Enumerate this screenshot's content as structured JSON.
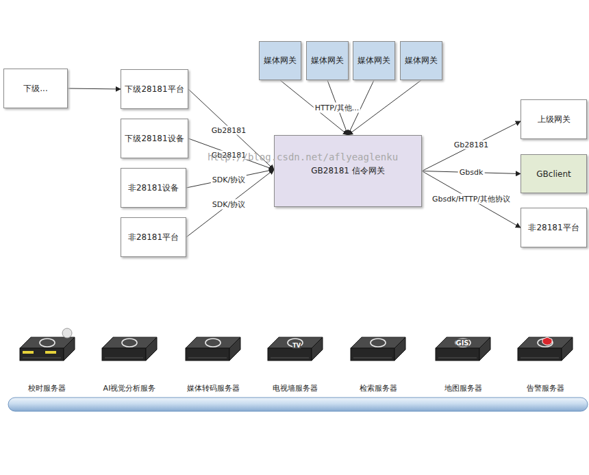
{
  "diagram": {
    "nodes": [
      {
        "text": [
          "下级..."
        ]
      },
      {
        "text": [
          "下级28181平台"
        ]
      },
      {
        "text": [
          "下级28181设备"
        ]
      },
      {
        "text": [
          "非28181设备"
        ]
      },
      {
        "text": [
          "非28181平台"
        ]
      },
      {
        "text": [
          "媒体网关"
        ]
      },
      {
        "text": [
          "媒体网关"
        ]
      },
      {
        "text": [
          "媒体网关"
        ]
      },
      {
        "text": [
          "媒体网关"
        ]
      },
      {
        "text": [
          "GB28181 信令网关"
        ]
      },
      {
        "text": [
          "上级网关"
        ]
      },
      {
        "text": [
          "GBclient"
        ]
      },
      {
        "text": [
          "非28181平台"
        ]
      }
    ],
    "edges": [
      {
        "from": 0,
        "to": 1,
        "arrow": "to"
      },
      {
        "from": 1,
        "to": 9,
        "label": "Gb28181",
        "arrow": "to"
      },
      {
        "from": 2,
        "to": 9,
        "label": "Gb28181",
        "arrow": "to"
      },
      {
        "from": 3,
        "to": 9,
        "label": "SDK/协议",
        "arrow": "to"
      },
      {
        "from": 4,
        "to": 9,
        "label": "SDK/协议",
        "arrow": "to"
      },
      {
        "from": 5,
        "to": 9,
        "arrow": "to"
      },
      {
        "from": 6,
        "to": 9,
        "label": "HTTP/其他...",
        "arrow": "to"
      },
      {
        "from": 7,
        "to": 9,
        "arrow": "to"
      },
      {
        "from": 8,
        "to": 9,
        "arrow": "to"
      },
      {
        "from": 9,
        "to": 10,
        "label": "Gb28181",
        "arrow": "to"
      },
      {
        "from": 9,
        "to": 11,
        "label": "Gbsdk",
        "arrow": "to"
      },
      {
        "from": 9,
        "to": 12,
        "label": "Gbsdk/HTTP/其他协议",
        "arrow": "to"
      }
    ],
    "labels": [
      "http://blog.csdn.net/aflyeaglenku",
      "TV",
      "GIS",
      "校时服务器",
      "AI视觉分析服务",
      "媒体转码服务器",
      "电视墙服务器",
      "检索服务器",
      "地图服务器",
      "告警服务器"
    ]
  }
}
